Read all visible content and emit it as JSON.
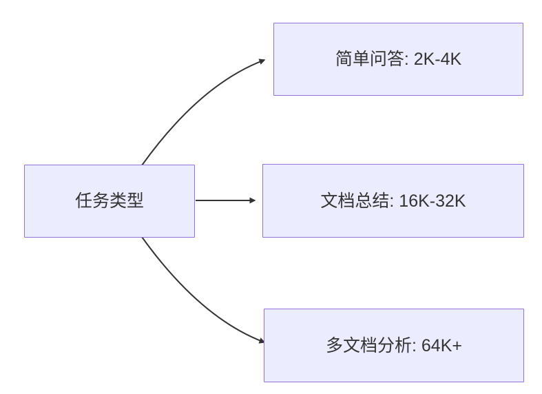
{
  "diagram": {
    "type": "flowchart",
    "direction": "left-to-right",
    "root": {
      "id": "task-type",
      "label": "任务类型"
    },
    "nodes": [
      {
        "id": "simple-qa",
        "label": "简单问答: 2K-4K"
      },
      {
        "id": "doc-summary",
        "label": "文档总结: 16K-32K"
      },
      {
        "id": "multi-doc",
        "label": "多文档分析: 64K+"
      }
    ],
    "edges": [
      {
        "from": "task-type",
        "to": "simple-qa"
      },
      {
        "from": "task-type",
        "to": "doc-summary"
      },
      {
        "from": "task-type",
        "to": "multi-doc"
      }
    ],
    "colors": {
      "node_fill": "#ECECFF",
      "node_border": "#9370DB",
      "edge": "#333333",
      "text": "#333333",
      "background": "#ffffff"
    }
  }
}
